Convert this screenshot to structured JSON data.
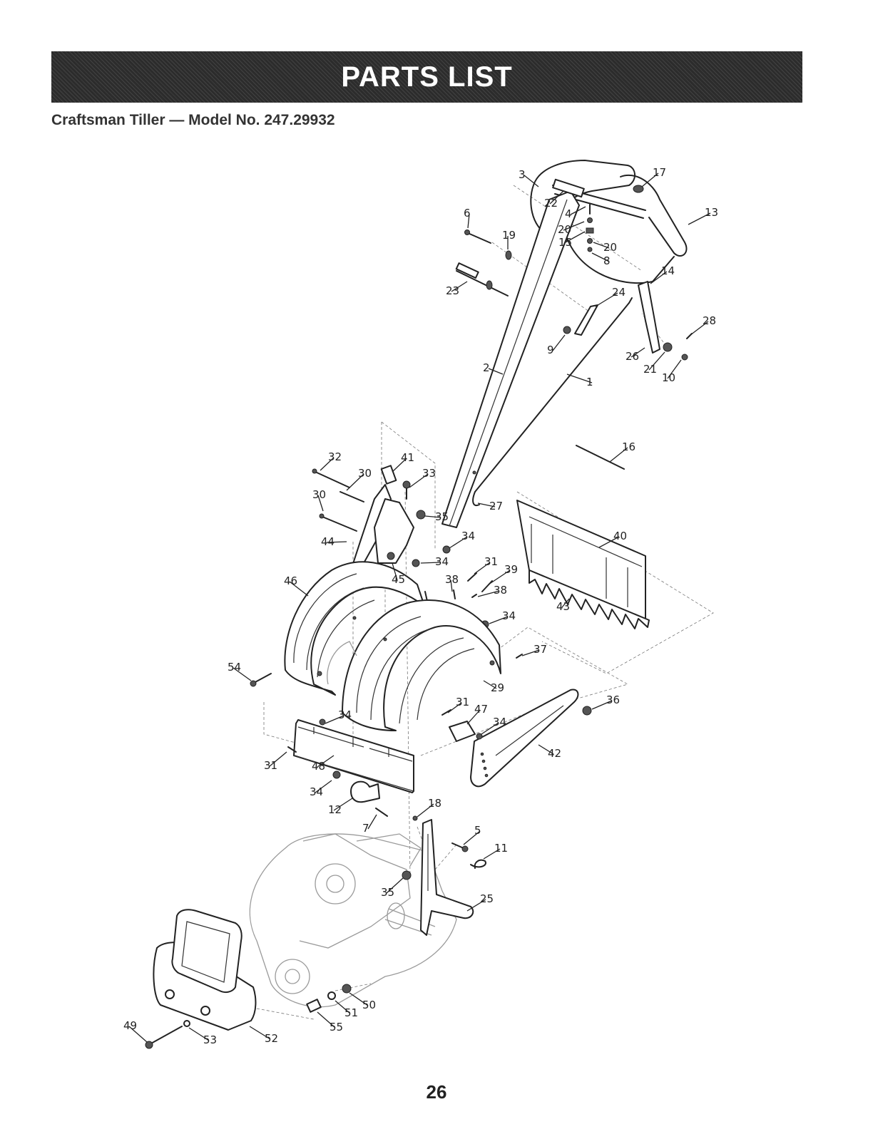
{
  "header": {
    "title": "PARTS LIST"
  },
  "subtitle": "Craftsman Tiller — Model No. 247.29932",
  "page_number": "26",
  "callouts": {
    "labels": [
      "3",
      "17",
      "22",
      "4",
      "13",
      "6",
      "20",
      "19",
      "15",
      "20",
      "8",
      "14",
      "23",
      "24",
      "28",
      "9",
      "26",
      "21",
      "10",
      "2",
      "1",
      "16",
      "32",
      "41",
      "30",
      "33",
      "30",
      "27",
      "35",
      "40",
      "34",
      "44",
      "34",
      "31",
      "39",
      "45",
      "38",
      "38",
      "46",
      "43",
      "34",
      "37",
      "54",
      "29",
      "31",
      "36",
      "34",
      "47",
      "34",
      "31",
      "48",
      "42",
      "34",
      "18",
      "12",
      "7",
      "5",
      "11",
      "35",
      "25",
      "50",
      "51",
      "55",
      "49",
      "53",
      "52"
    ]
  }
}
